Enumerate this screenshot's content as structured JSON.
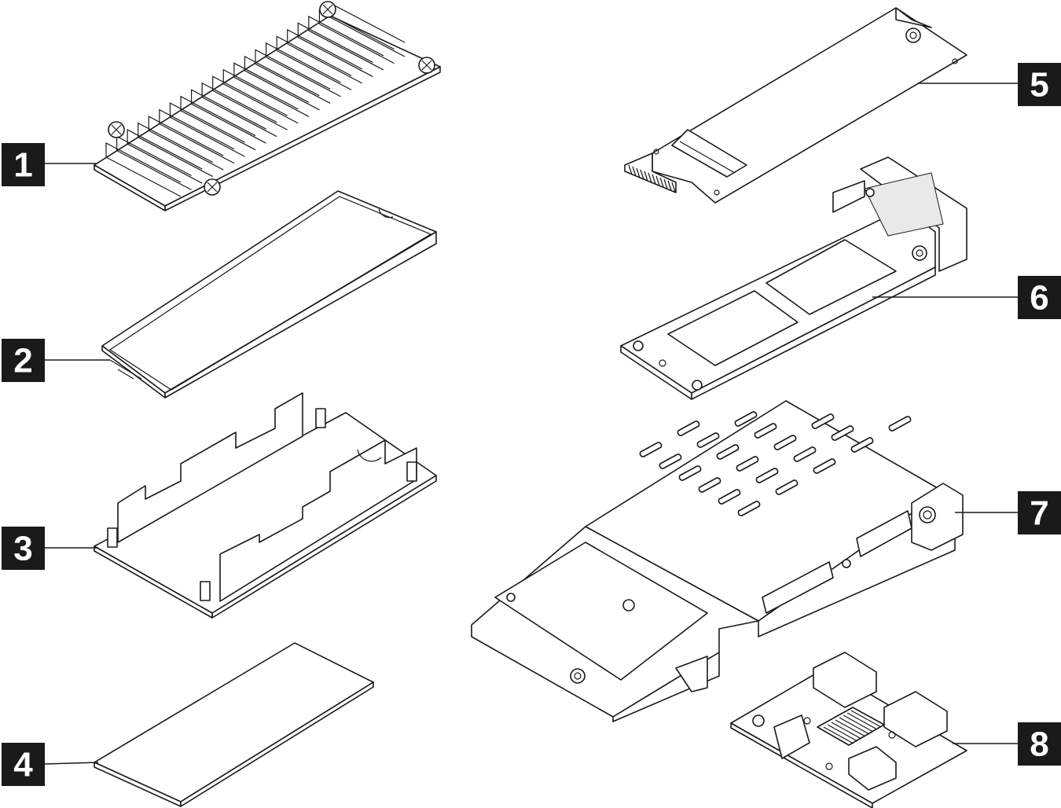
{
  "callouts": [
    {
      "id": "1",
      "label": "1"
    },
    {
      "id": "2",
      "label": "2"
    },
    {
      "id": "3",
      "label": "3"
    },
    {
      "id": "4",
      "label": "4"
    },
    {
      "id": "5",
      "label": "5"
    },
    {
      "id": "6",
      "label": "6"
    },
    {
      "id": "7",
      "label": "7"
    },
    {
      "id": "8",
      "label": "8"
    }
  ],
  "colors": {
    "ink": "#1a1a1a",
    "paper": "#ffffff"
  }
}
